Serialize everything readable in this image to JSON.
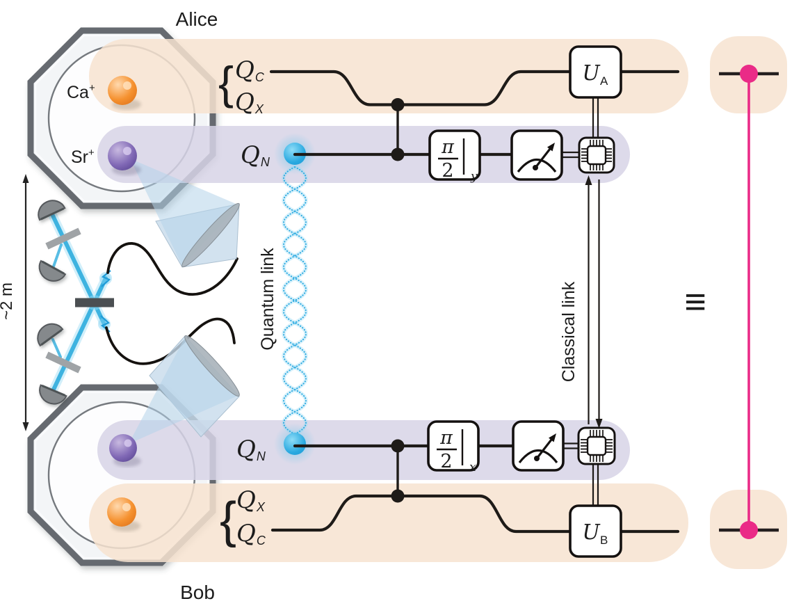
{
  "figure": {
    "alice_label": "Alice",
    "bob_label": "Bob",
    "distance_label": "~2 m",
    "quantum_link_label": "Quantum link",
    "classical_link_label": "Classical link",
    "equivalence_symbol": "≡"
  },
  "ions": {
    "ca_label": "Ca",
    "ca_charge": "+",
    "sr_label": "Sr",
    "sr_charge": "+"
  },
  "qubits": {
    "q_symbol": "Q",
    "circuit_sub": "C",
    "auxiliary_sub": "X",
    "network_sub": "N",
    "brace": "{"
  },
  "gates": {
    "rotation_numerator": "π",
    "rotation_denominator": "2",
    "alice_rotation_axis": "y",
    "bob_rotation_axis": "x",
    "unitary_symbol": "U",
    "alice_unitary_sub": "A",
    "bob_unitary_sub": "B"
  },
  "icons": {
    "measurement": "gauge-meter-icon",
    "processor": "chip-icon",
    "detector": "photon-detector-dome-icon",
    "beamsplitter": "beamsplitter-bar-icon",
    "objective": "lens-objective-icon",
    "photon_pulse": "photon-pulse-icon",
    "entangled_link": "braided-photon-pair"
  },
  "colors": {
    "peach_band": "#F7E3D0",
    "purple_band": "#D7D3E6",
    "link_blue": "#2BA9E0",
    "bell_pink": "#EA2B87",
    "ca_orange": "#F08227",
    "sr_purple": "#6750A2",
    "wire_black": "#1E1B18"
  }
}
